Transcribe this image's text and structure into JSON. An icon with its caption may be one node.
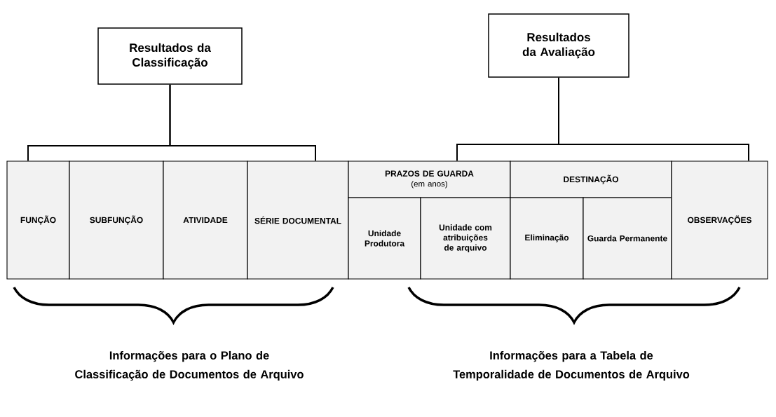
{
  "diagram": {
    "nodes": [
      {
        "text": [
          "Resultados da Classificação"
        ]
      },
      {
        "text": [
          "Resultados da Avaliação"
        ]
      },
      {
        "text": [
          "FUNÇÃO"
        ]
      },
      {
        "text": [
          "SUBFUNÇÃO"
        ]
      },
      {
        "text": [
          "ATIVIDADE"
        ]
      },
      {
        "text": [
          "SÉRIE DOCUMENTAL"
        ]
      },
      {
        "text": [
          "PRAZOS DE GUARDA",
          "(em anos)"
        ]
      },
      {
        "text": [
          "DESTINAÇÃO"
        ]
      },
      {
        "text": [
          "Unidade Produtora"
        ]
      },
      {
        "text": [
          "Unidade com atribuições de arquivo"
        ]
      },
      {
        "text": [
          "Eliminação"
        ]
      },
      {
        "text": [
          "Guarda Permanente"
        ]
      },
      {
        "text": [
          "OBSERVAÇÕES"
        ]
      }
    ],
    "edges": [
      {
        "from": 0,
        "to": 2,
        "arrow": "none"
      },
      {
        "from": 0,
        "to": 5,
        "arrow": "none"
      },
      {
        "from": 1,
        "to": 6,
        "arrow": "none"
      },
      {
        "from": 1,
        "to": 12,
        "arrow": "none"
      }
    ],
    "labels": [
      "Informações para o Plano de Classificação de Documentos de Arquivo",
      "Informações para a Tabela de Temporalidade de Documentos de Arquivo"
    ]
  }
}
